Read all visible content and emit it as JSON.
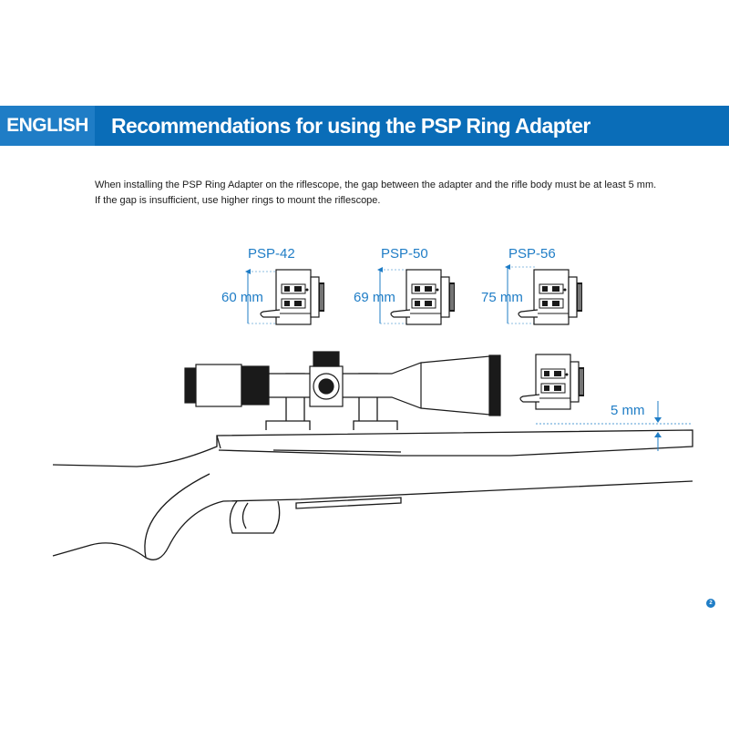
{
  "header": {
    "language": "ENGLISH",
    "title": "Recommendations for using the PSP Ring Adapter"
  },
  "intro": {
    "line1": "When installing the PSP Ring Adapter on the riflescope, the gap between the adapter and the rifle body must be at least 5 mm.",
    "line2": "If the gap is insufficient, use higher rings to mount the riflescope."
  },
  "adapters": [
    {
      "model": "PSP-42",
      "height": "60 mm"
    },
    {
      "model": "PSP-50",
      "height": "69 mm"
    },
    {
      "model": "PSP-56",
      "height": "75 mm"
    }
  ],
  "gap": {
    "label": "5 mm"
  },
  "page": {
    "number": "2"
  },
  "colors": {
    "accent": "#1f7dc6",
    "header": "#0a6db8",
    "line": "#1a1a1a"
  }
}
